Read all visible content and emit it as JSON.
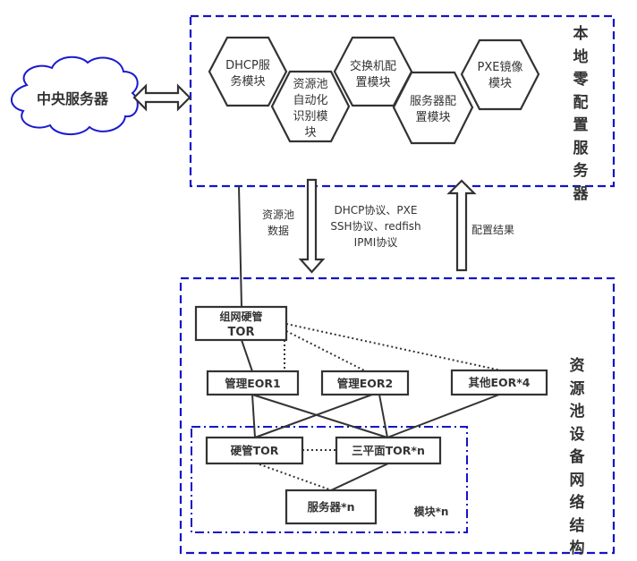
{
  "central_server": {
    "label": "中央服务器"
  },
  "local_server": {
    "title": "本地零配置服务器",
    "modules": [
      {
        "lines": [
          "DHCP服",
          "务模块"
        ]
      },
      {
        "lines": [
          "资源池",
          "自动化",
          "识别模",
          "块"
        ]
      },
      {
        "lines": [
          "交换机配",
          "置模块"
        ]
      },
      {
        "lines": [
          "服务器配",
          "置模块"
        ]
      },
      {
        "lines": [
          "PXE镜像",
          "模块"
        ]
      }
    ]
  },
  "flows": {
    "pool_data": [
      "资源池",
      "数据"
    ],
    "protocols": [
      "DHCP协议、PXE",
      "SSH协议、redfish",
      "IPMI协议"
    ],
    "config_result": "配置结果"
  },
  "resource_pool": {
    "title": "资源池设备网络结构",
    "nodes": {
      "hw_tor": [
        "组网硬管",
        "TOR"
      ],
      "eor1": "管理EOR1",
      "eor2": "管理EOR2",
      "eor_other": "其他EOR*4",
      "mgmt_tor": "硬管TOR",
      "plane_tor": "三平面TOR*n",
      "servers": "服务器*n"
    },
    "module_label": "模块*n"
  },
  "colors": {
    "frame": "#1414c8",
    "stroke": "#333333",
    "cloud": "#1a1ad0"
  }
}
